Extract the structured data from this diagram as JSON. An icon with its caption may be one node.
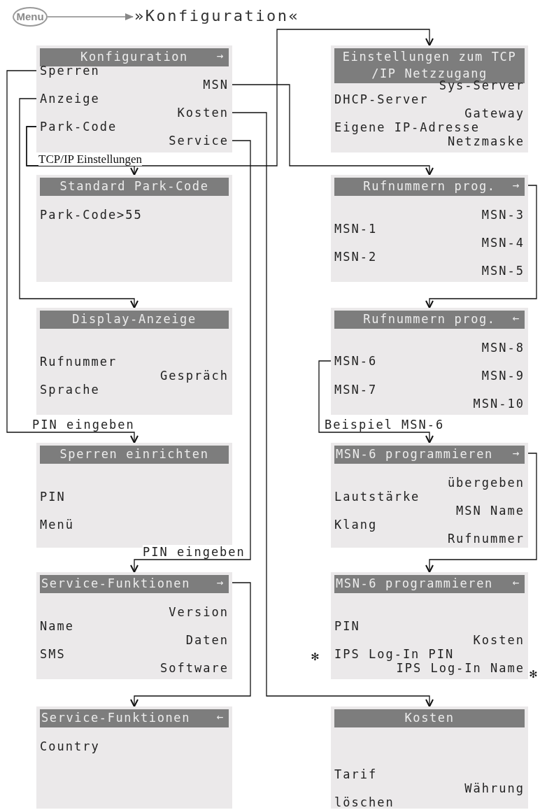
{
  "diagram": {
    "nodes": [
      {
        "text": [
          "Menu"
        ]
      },
      {
        "text": [
          "»Konfiguration«"
        ]
      },
      {
        "text": [
          "Konfiguration",
          "→"
        ]
      },
      {
        "text": [
          "Sperren"
        ],
        "in": 2
      },
      {
        "text": [
          "MSN"
        ],
        "in": 2
      },
      {
        "text": [
          "Anzeige"
        ],
        "in": 2
      },
      {
        "text": [
          "Kosten"
        ],
        "in": 2
      },
      {
        "text": [
          "Park-Code"
        ],
        "in": 2
      },
      {
        "text": [
          "Service"
        ],
        "in": 2
      },
      {
        "text": [
          "Einstellungen zum TCP /IP Netzzugang",
          "Sys-Server",
          "DHCP-Server",
          "Gateway",
          "Eigene IP-Adresse",
          "Netzmaske"
        ]
      },
      {
        "text": [
          "Standard Park-Code",
          "Park-Code>55"
        ]
      },
      {
        "text": [
          "Rufnummern prog.",
          "→",
          "MSN-3",
          "MSN-1",
          "MSN-4",
          "MSN-2",
          "MSN-5"
        ]
      },
      {
        "text": [
          "Display-Anzeige",
          "Rufnummer",
          "Gespräch",
          "Sprache"
        ]
      },
      {
        "text": [
          "Rufnummern prog.",
          "←",
          "MSN-8",
          "MSN-9",
          "MSN-7",
          "MSN-10"
        ]
      },
      {
        "text": [
          "MSN-6"
        ],
        "in": 13
      },
      {
        "text": [
          "Sperren einrichten",
          "PIN",
          "Menü"
        ]
      },
      {
        "text": [
          "MSN-6 programmieren",
          "→",
          "übergeben",
          "Lautstärke",
          "MSN Name",
          "Klang",
          "Rufnummer"
        ]
      },
      {
        "text": [
          "Service-Funktionen",
          "→",
          "Version",
          "Name",
          "Daten",
          "SMS",
          "Software"
        ]
      },
      {
        "text": [
          "MSN-6 programmieren",
          "←",
          "PIN",
          "Kosten",
          "IPS Log-In PIN",
          "IPS Log-In Name"
        ]
      },
      {
        "text": [
          "Service-Funktionen",
          "←",
          "Country"
        ]
      },
      {
        "text": [
          "Kosten",
          "Tarif",
          "Währung",
          "löschen"
        ]
      }
    ],
    "edges": [
      {
        "from": 0,
        "to": 1,
        "arrow": "to",
        "color": "#888888"
      },
      {
        "from": 3,
        "to": 15,
        "arrow": "to",
        "label": "PIN eingeben"
      },
      {
        "from": 5,
        "to": 12,
        "arrow": "to"
      },
      {
        "from": 7,
        "to": 10,
        "arrow": "to"
      },
      {
        "from": 7,
        "to": 9,
        "arrow": "to",
        "label": "TCP/IP Einstellungen"
      },
      {
        "from": 4,
        "to": 11,
        "arrow": "to"
      },
      {
        "from": 6,
        "to": 20,
        "arrow": "to"
      },
      {
        "from": 8,
        "to": 17,
        "arrow": "to",
        "label": "PIN eingeben"
      },
      {
        "from": 11,
        "to": 13,
        "arrow": "to"
      },
      {
        "from": 14,
        "to": 16,
        "arrow": "to",
        "label": "Beispiel MSN-6"
      },
      {
        "from": 16,
        "to": 18,
        "arrow": "to"
      },
      {
        "from": 17,
        "to": 19,
        "arrow": "to"
      }
    ],
    "labels": [
      "✻",
      "✻"
    ]
  }
}
